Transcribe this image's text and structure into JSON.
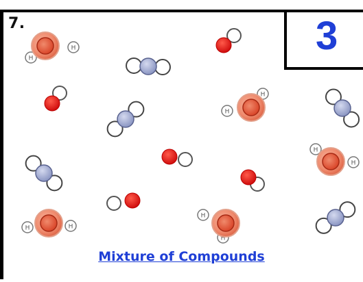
{
  "figure": {
    "question_number": "7.",
    "answer_number": "3",
    "caption": "Mixture of Compounds",
    "atom_labels": {
      "hydrogen": "H"
    },
    "colors": {
      "frame": "#000000",
      "oxygen": "#e81515",
      "carbon_sphere": "#ef8a6d",
      "carbon_core": "#e06040",
      "nitrogen": "#a6aed0",
      "hydrogen": "#ffffff",
      "answer_text": "#1f3fd6",
      "caption_text": "#1f3fd6"
    },
    "molecules": [
      {
        "kind": "methane-like",
        "name": "large-red-atom-with-h"
      },
      {
        "kind": "diatomic",
        "name": "red-white-pair"
      },
      {
        "kind": "triatomic-linear",
        "name": "white-blue-white"
      }
    ]
  }
}
